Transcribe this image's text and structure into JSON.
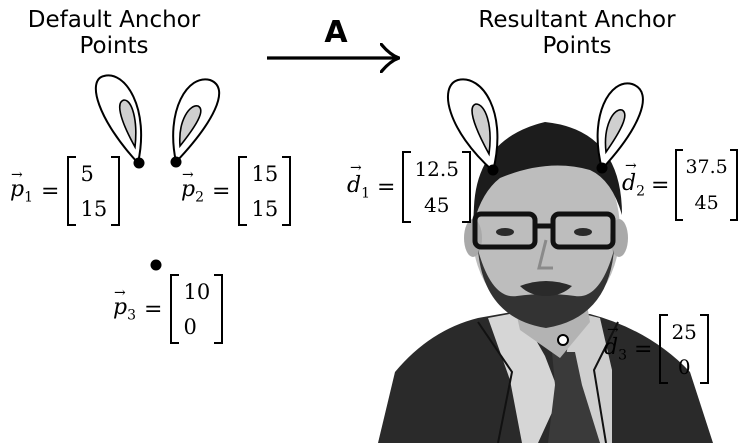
{
  "headings": {
    "left_line1": "Default Anchor",
    "left_line2": "Points",
    "right_line1": "Resultant Anchor",
    "right_line2": "Points",
    "transform_label": "A"
  },
  "default_points": {
    "p1": {
      "symbol": "p",
      "subscript": "1",
      "top": "5",
      "bottom": "15"
    },
    "p2": {
      "symbol": "p",
      "subscript": "2",
      "top": "15",
      "bottom": "15"
    },
    "p3": {
      "symbol": "p",
      "subscript": "3",
      "top": "10",
      "bottom": "0"
    }
  },
  "resultant_points": {
    "d1": {
      "symbol": "d",
      "subscript": "1",
      "top": "12.5",
      "bottom": "45"
    },
    "d2": {
      "symbol": "d",
      "subscript": "2",
      "top": "37.5",
      "bottom": "45"
    },
    "d3": {
      "symbol": "d",
      "subscript": "3",
      "top": "25",
      "bottom": "0"
    }
  },
  "colors": {
    "ink": "#000000",
    "ear_inner": "#cfcfcf",
    "background": "#ffffff",
    "photo_suit": "#2a2a2a",
    "photo_skin": "#bdbdbd",
    "photo_hair": "#1c1c1c"
  },
  "icons": {
    "arrow": "right-arrow-icon",
    "ears": "bunny-ear-icon",
    "photo": "portrait-photo"
  }
}
